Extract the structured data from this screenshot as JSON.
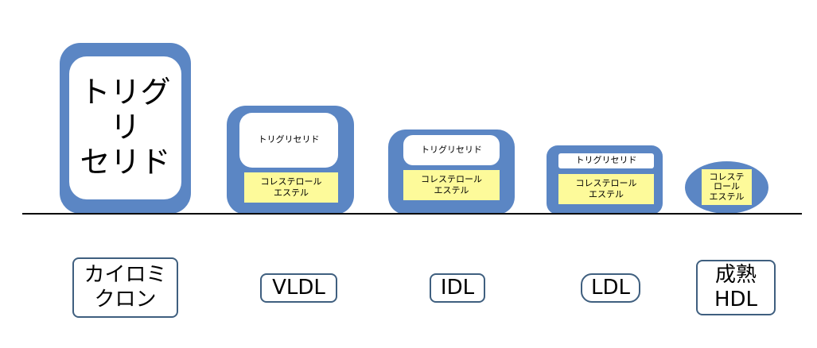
{
  "colors": {
    "shell": "#5b86c4",
    "cholesterol_ester": "#fdfa9a",
    "core": "#ffffff"
  },
  "particles": {
    "chylomicron": {
      "core": "トリグリ\nセリド"
    },
    "vldl": {
      "core": "トリグリセリド",
      "ester": "コレステロール\nエステル"
    },
    "idl": {
      "core": "トリグリセリド",
      "ester": "コレステロール\nエステル"
    },
    "ldl": {
      "core": "トリグリセリド",
      "ester": "コレステロール\nエステル"
    },
    "hdl": {
      "ester": "コレステ\nロール\nエステル"
    }
  },
  "labels": {
    "chylomicron": "カイロミ\nクロン",
    "vldl": "VLDL",
    "idl": "IDL",
    "ldl": "LDL",
    "hdl": "成熟\nHDL"
  }
}
